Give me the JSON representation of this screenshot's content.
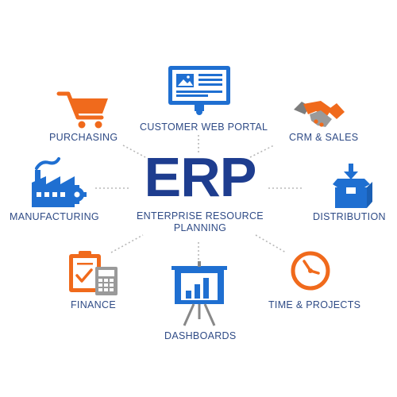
{
  "center": {
    "title": "ERP",
    "subtitle": "ENTERPRISE RESOURCE PLANNING"
  },
  "modules": {
    "customer_web_portal": "CUSTOMER WEB PORTAL",
    "purchasing": "PURCHASING",
    "crm_sales": "CRM & SALES",
    "manufacturing": "MANUFACTURING",
    "distribution": "DISTRIBUTION",
    "finance": "FINANCE",
    "time_projects": "TIME & PROJECTS",
    "dashboards": "DASHBOARDS"
  },
  "icons": {
    "customer_web_portal": "monitor-icon",
    "purchasing": "shopping-cart-icon",
    "crm_sales": "handshake-icon",
    "manufacturing": "factory-icon",
    "distribution": "box-icon",
    "finance": "clipboard-calculator-icon",
    "time_projects": "clock-icon",
    "dashboards": "chart-easel-icon"
  },
  "colors": {
    "blue": "#1f6fd1",
    "navy": "#1e3d8f",
    "orange": "#f06a1c",
    "label": "#2f4b86",
    "connector": "#b8b8b8"
  }
}
